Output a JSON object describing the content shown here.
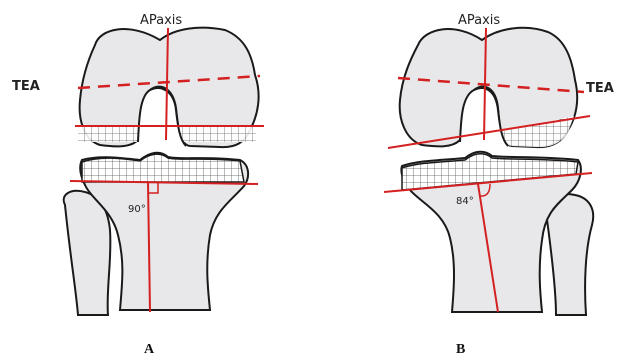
{
  "panels": [
    {
      "id": "A",
      "caption": "A",
      "ap_axis_label": "APaxis",
      "tea_label": "TEA",
      "angle_label": "90°"
    },
    {
      "id": "B",
      "caption": "B",
      "ap_axis_label": "APaxis",
      "tea_label": "TEA",
      "angle_label": "84°"
    }
  ],
  "colors": {
    "bone_fill": "#e8e7ea",
    "outline": "#1a1a1a",
    "axis_line": "#d42020",
    "cartilage_grid": "#555555"
  }
}
